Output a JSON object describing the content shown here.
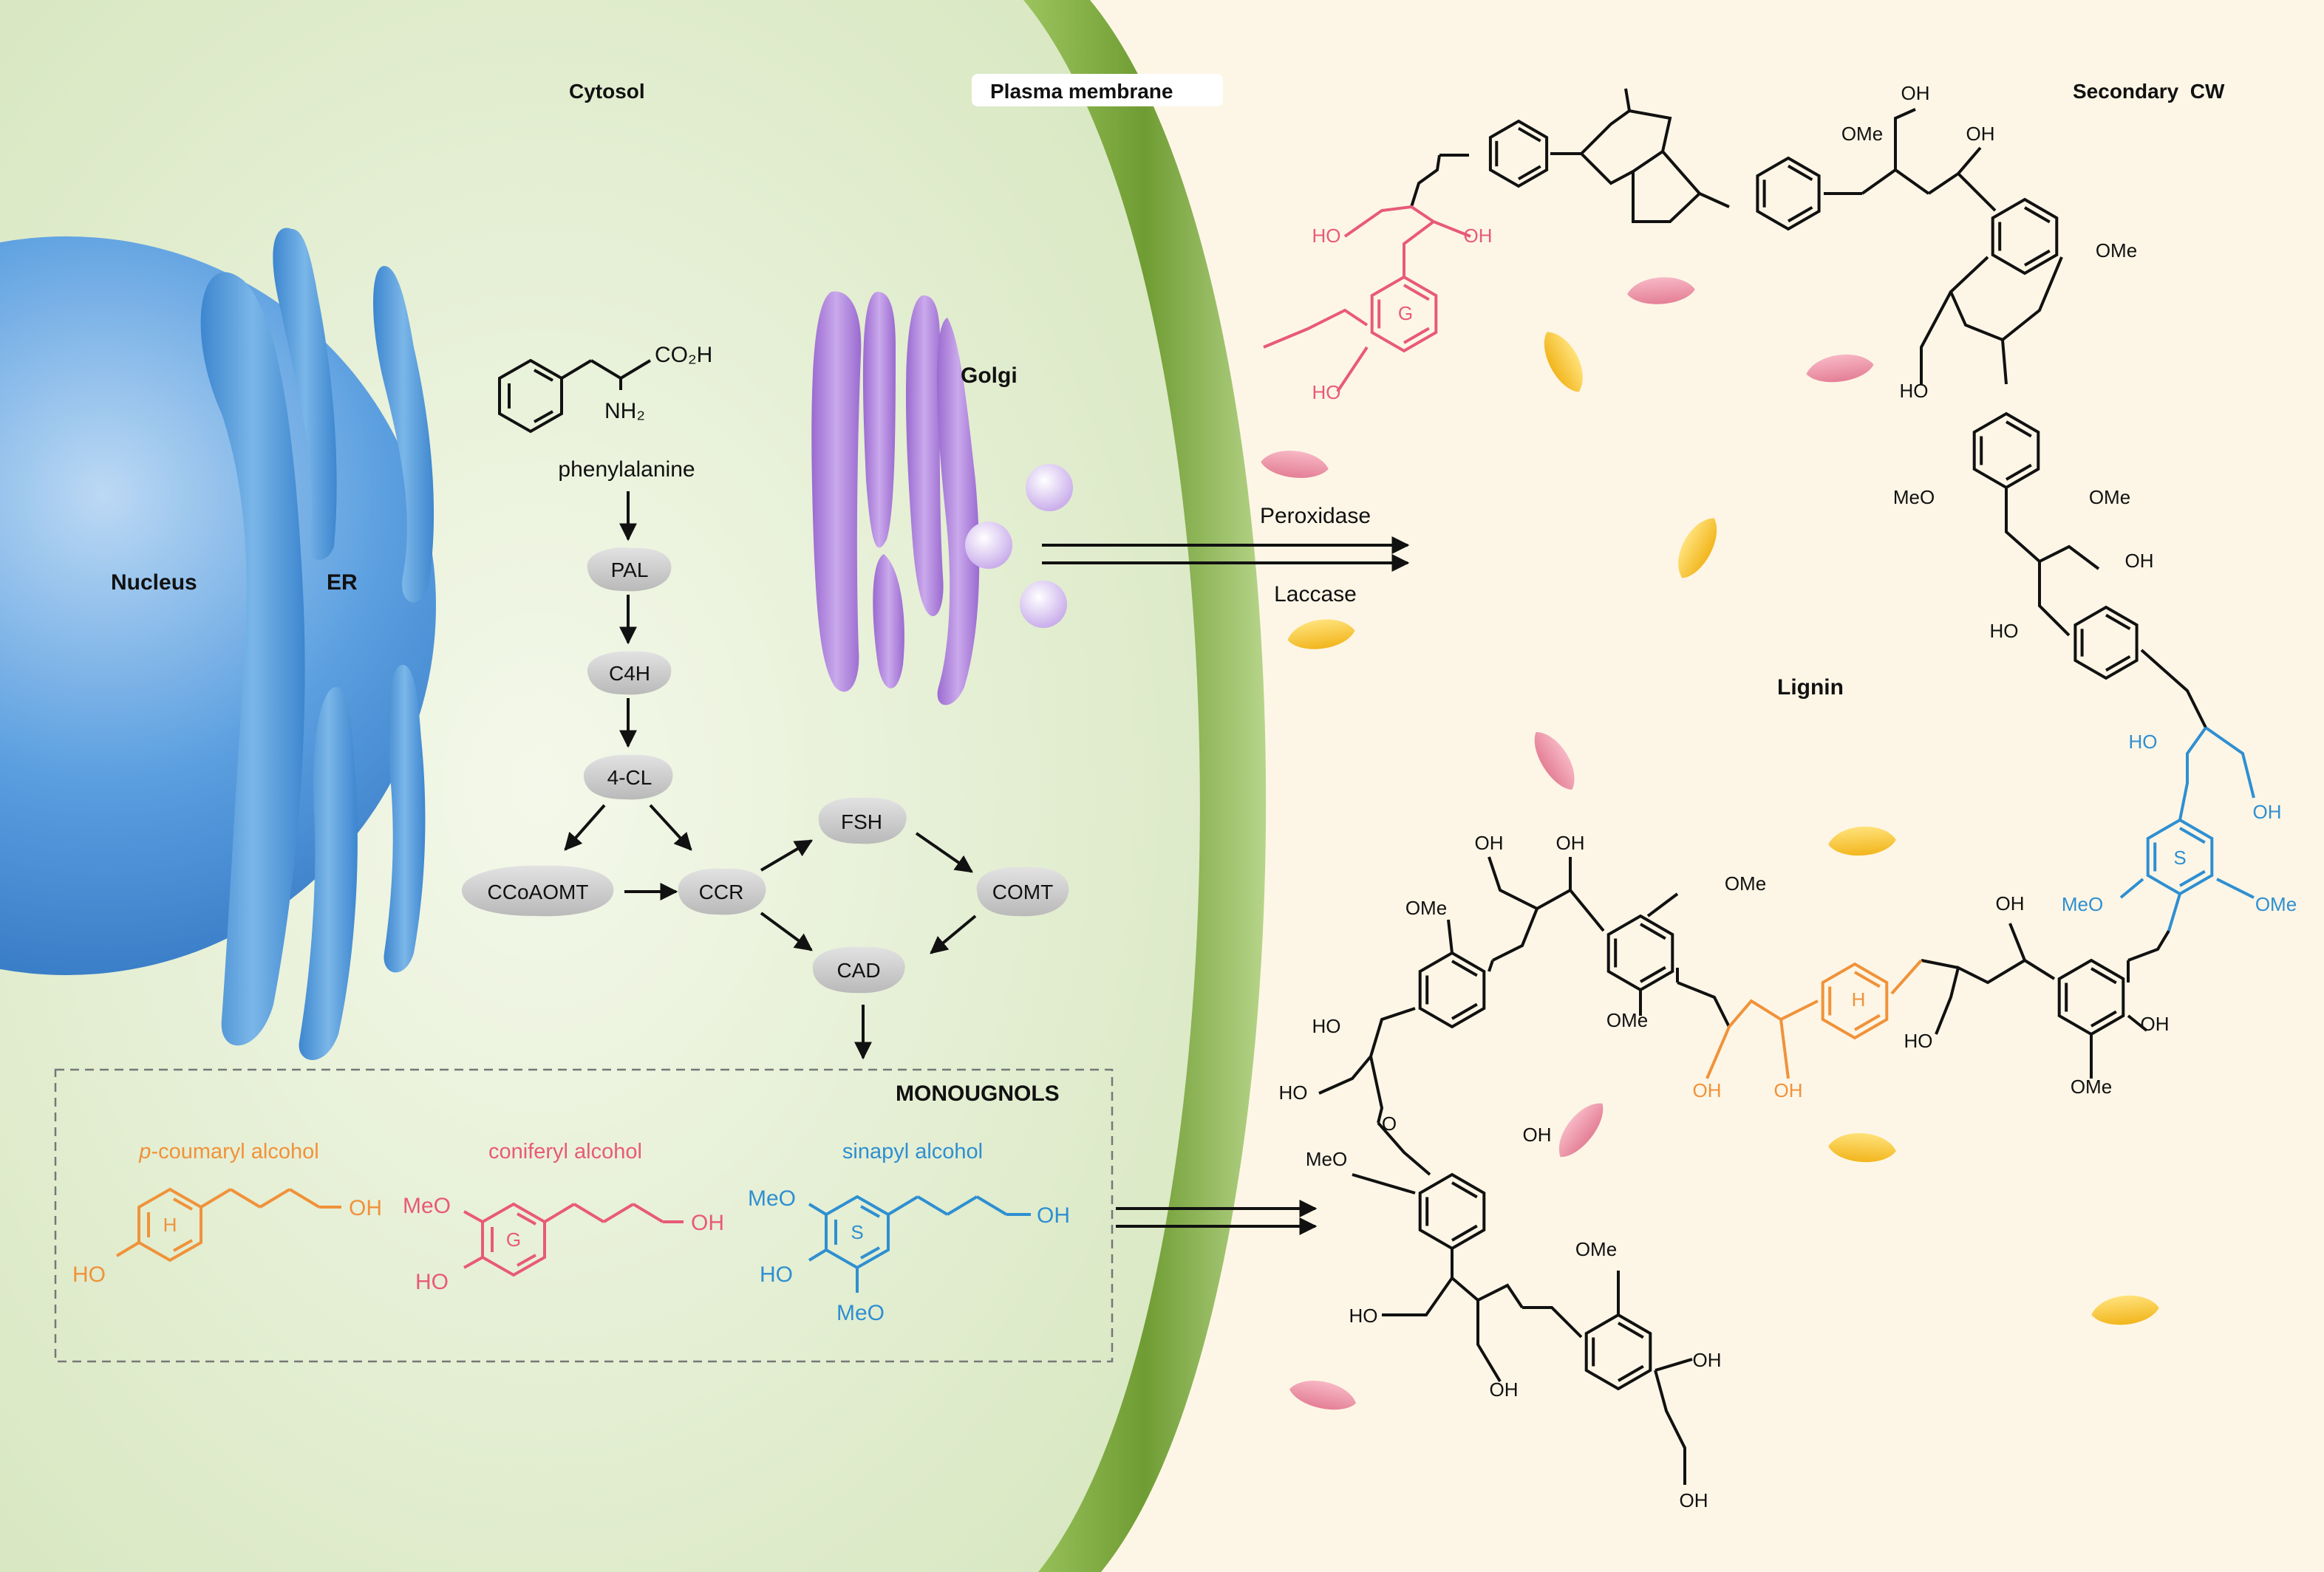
{
  "regions": {
    "cytosol": "Cytosol",
    "plasma_membrane": "Plasma membrane",
    "secondary_cw": "Secondary  CW",
    "nucleus": "Nucleus",
    "er": "ER",
    "golgi": "Golgi",
    "lignin": "Lignin"
  },
  "pathway": {
    "substrate": "phenylalanine",
    "substrate_groups": {
      "acid": "CO₂H",
      "amine": "NH₂"
    },
    "enzymes": {
      "pal": "PAL",
      "c4h": "C4H",
      "cl4": "4-CL",
      "ccoaomt": "CCoAOMT",
      "ccr": "CCR",
      "fsh": "FSH",
      "comt": "COMT",
      "cad": "CAD"
    }
  },
  "monolignols": {
    "title": "MONOUGNOLS",
    "items": [
      {
        "name": "p-coumaryl alcohol",
        "name_prefix": "p",
        "name_rest": "-coumaryl alcohol",
        "ring": "H",
        "color": "#f0923a"
      },
      {
        "name": "coniferyl alcohol",
        "ring": "G",
        "color": "#e85a78"
      },
      {
        "name": "sinapyl alcohol",
        "ring": "S",
        "color": "#2f8fd1"
      }
    ],
    "groups": {
      "oh": "OH",
      "ho": "HO",
      "meo": "MeO"
    }
  },
  "cell_wall": {
    "enzymes": {
      "peroxidase": "Peroxidase",
      "laccase": "Laccase"
    },
    "groups": {
      "oh": "OH",
      "ho": "HO",
      "ome": "OMe",
      "meo": "MeO",
      "o": "O"
    },
    "units": {
      "h": "H",
      "g": "G",
      "s": "S"
    }
  },
  "colors": {
    "h_unit": "#f0923a",
    "g_unit": "#e85a78",
    "s_unit": "#2f8fd1",
    "membrane": "#7aa83a",
    "cytosol_bg": "#e5efd6",
    "cell_wall_bg": "#fdf6e6",
    "nucleus": "#4a90d9",
    "golgi": "#a77fd6"
  }
}
